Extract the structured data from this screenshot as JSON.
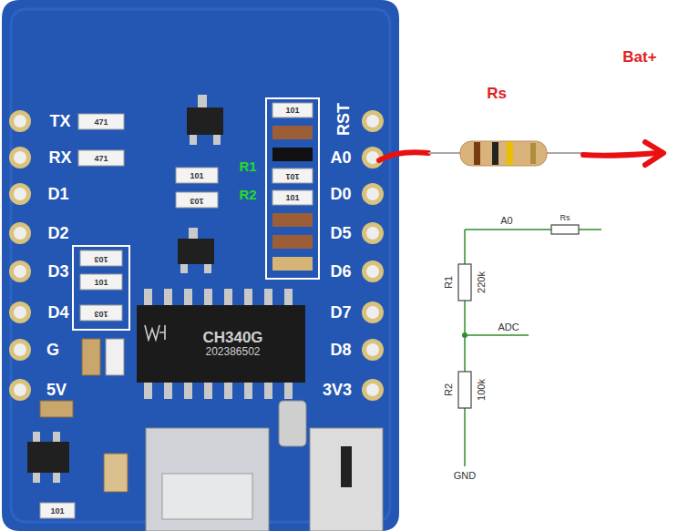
{
  "diagram": {
    "nodes": [
      {
        "text": [
          "CH340G",
          "202386502"
        ]
      }
    ],
    "labels": [
      "TX",
      "RX",
      "D1",
      "D2",
      "D3",
      "D4",
      "G",
      "5V",
      "RST",
      "A0",
      "D0",
      "D5",
      "D6",
      "D7",
      "D8",
      "3V3",
      "R1",
      "R2",
      "Rs",
      "Bat+",
      "A0",
      "Rs",
      "R1",
      "220k",
      "ADC",
      "R2",
      "100k",
      "GND",
      "471",
      "471",
      "101",
      "103",
      "101",
      "101",
      "101",
      "103",
      "101",
      "103",
      "101"
    ]
  }
}
